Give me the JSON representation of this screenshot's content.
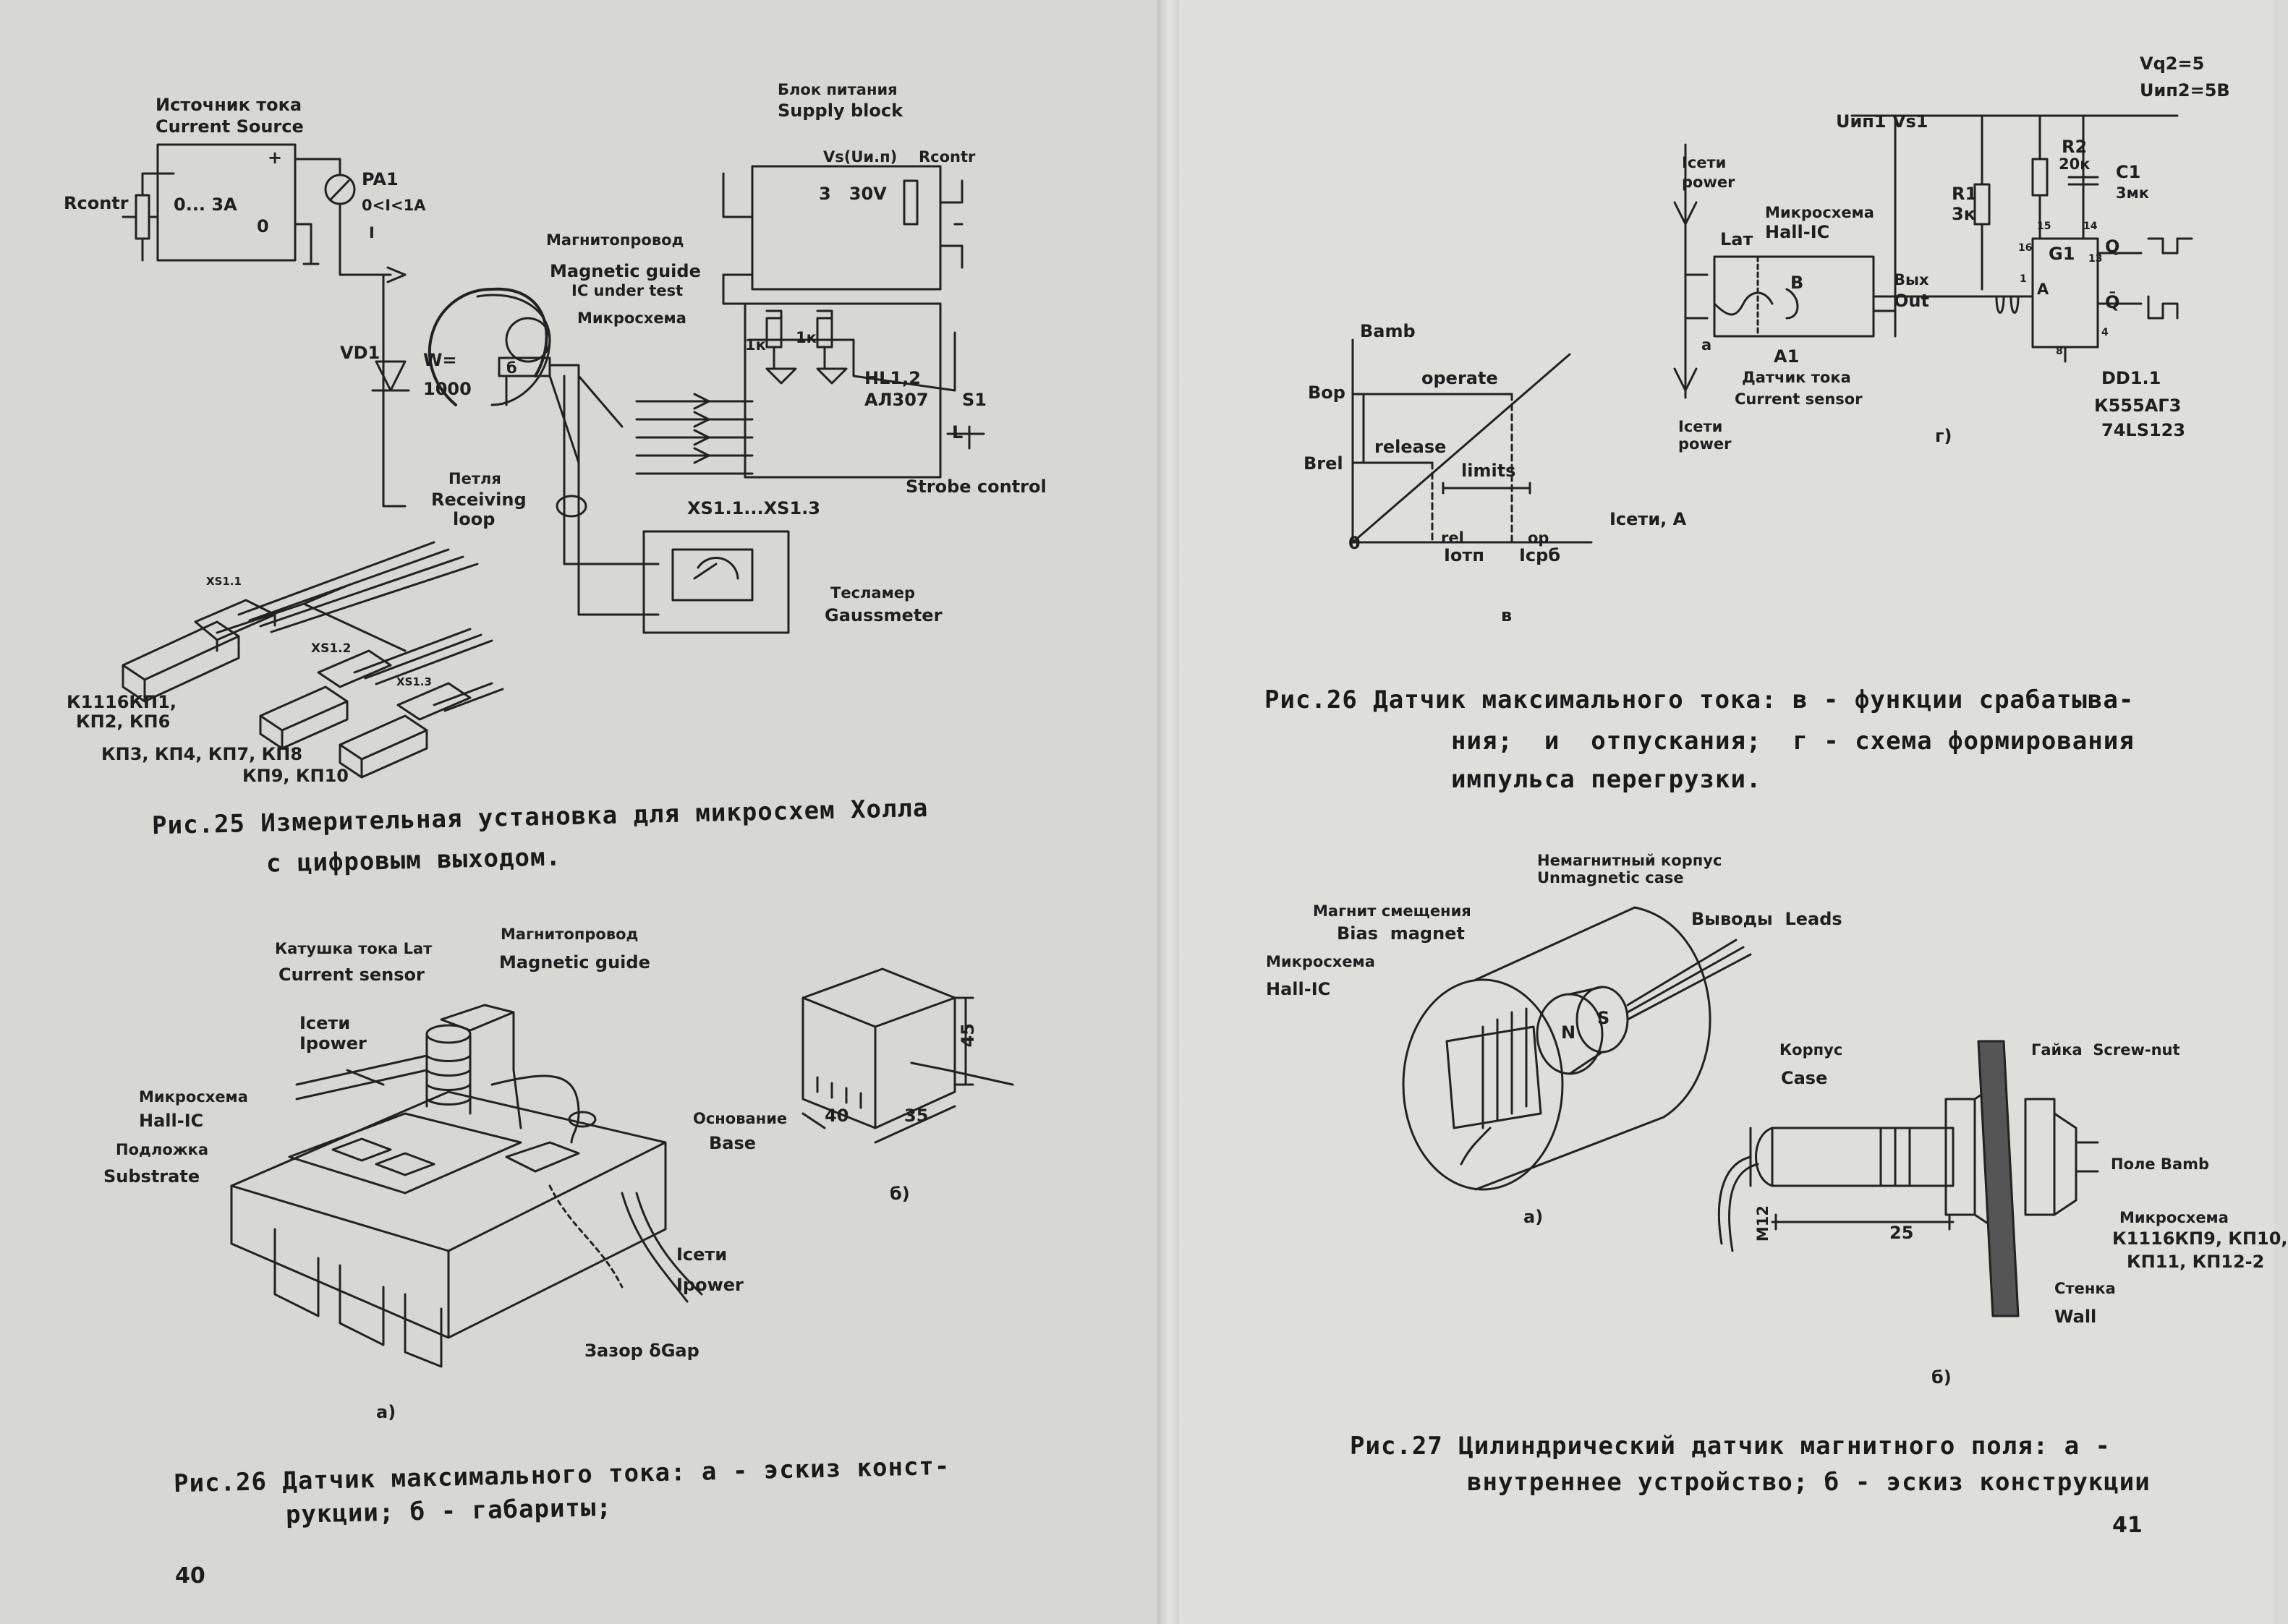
{
  "left_page": {
    "page_number": "40",
    "fig25": {
      "current_source_ru": "Источник тока",
      "current_source_en": "Current Source",
      "rcontr_left": "Rcontr",
      "source_range": "0... 3A",
      "plus": "+",
      "zero": "0",
      "pa1": "PA1",
      "pa1_range": "0<I<1A",
      "i_label": "I",
      "power_ru": "Блок питания",
      "power_en": "Supply block",
      "vs_label": "Vs(Uи.п)",
      "rcontr_right": "Rcontr",
      "voltage_range": "3   30V",
      "magnet_ru": "Магнитопровод",
      "magnet_en": "Magnetic guide",
      "ic_under_test": "IC under test",
      "ic_ru": "Микросхема",
      "vd1": "VD1",
      "w_label": "W=",
      "w_value": "1000",
      "pin_b": "б",
      "r1k_a": "1к",
      "r1k_b": "1к",
      "hl": "HL1,2",
      "al307": "АЛ307",
      "s1": "S1",
      "l_label": "L",
      "strobe": "Strobe control",
      "loop_ru": "Петля",
      "loop_en1": "Receiving",
      "loop_en2": "loop",
      "connectors": "XS1.1...XS1.3",
      "gauss_ru": "Тесламер",
      "gauss_en": "Gaussmeter",
      "xs11": "XS1.1",
      "xs12": "XS1.2",
      "xs13": "XS1.3",
      "pkg1": "К1116КП1,",
      "pkg2": "КП2, КП6",
      "pkg3": "КП3, КП4, КП7, КП8",
      "pkg4": "КП9, КП10",
      "caption_line1": "Рис.25  Измерительная установка для микросхем Холла",
      "caption_line2": "с цифровым выходом."
    },
    "fig26a": {
      "coil_ru": "Катушка тока Lат",
      "coil_en": "Current sensor",
      "magnet_ru": "Магнитопровод",
      "magnet_en": "Magnetic guide",
      "ipower_ru": "Iсети",
      "ipower_en": "Ipower",
      "ic_ru": "Микросхема",
      "ic_en": "Hall-IC",
      "substrate_ru": "Подложка",
      "substrate_en": "Substrate",
      "base_ru": "Основание",
      "base_en": "Base",
      "ipower2_ru": "Iсети",
      "ipower2_en": "Ipower",
      "gap": "Зазор δGap",
      "label_a": "а)",
      "dim_45": "45",
      "dim_40": "40",
      "dim_35": "35",
      "label_b": "б)",
      "caption_line1": "Рис.26  Датчик максимального тока: а - эскиз  конст-",
      "caption_line2": "рукции; б - габариты;"
    }
  },
  "right_page": {
    "page_number": "41",
    "fig26v": {
      "bamb": "Bamb",
      "bop": "Bop",
      "brel": "Brel",
      "operate": "operate",
      "release": "release",
      "limits": "limits",
      "zero": "0",
      "rel": "rel",
      "i_otp": "Iотп",
      "op": "op",
      "i_srb": "Iсрб",
      "x_axis": "Iсети, А",
      "label": "в"
    },
    "fig26g": {
      "vq": "Vq2=5",
      "uip2": "Uип2=5В",
      "uip1": "Uип1 Vs1",
      "ipower_top_ru": "Iсети",
      "ipower_top_en": "power",
      "ic_ru": "Микросхема",
      "ic_en": "Hall-IC",
      "lat": "Lат",
      "b": "B",
      "out_ru": "Вых",
      "out_en": "Out",
      "a": "a",
      "a1": "A1",
      "sensor_ru": "Датчик тока",
      "sensor_en": "Current sensor",
      "ipower_bot_ru": "Iсети",
      "ipower_bot_en": "power",
      "r1": "R1",
      "r1_val": "3к",
      "r2": "R2",
      "r2_val": "20к",
      "c1": "C1",
      "c1_val": "3мк",
      "g1": "G1",
      "pin_a": "A",
      "q": "Q",
      "qbar": "Q̄",
      "p13": "13",
      "p14": "14",
      "p15": "15",
      "p16": "16",
      "p1": "1",
      "p8": "8",
      "p4": "4",
      "dd": "DD1.1",
      "k555": "К555АГ3",
      "ls": "74LS123",
      "label": "г)"
    },
    "caption26": {
      "line1": "Рис.26 Датчик максимального тока: в - функции срабатыва-",
      "line2": "ния;  и  отпускания;  г - схема формирования",
      "line3": "импульса перегрузки."
    },
    "fig27a": {
      "case_ru": "Немагнитный корпус",
      "case_en": "Unmagnetic case",
      "bias_ru": "Магнит смещения",
      "bias_en": "Bias  magnet",
      "leads": "Выводы  Leads",
      "ic_ru": "Микросхема",
      "ic_en": "Hall-IC",
      "n": "N",
      "s": "S",
      "label": "а)"
    },
    "fig27b": {
      "case_ru": "Корпус",
      "case_en": "Case",
      "nut": "Гайка  Screw-nut",
      "field": "Поле Bamb",
      "ic_ru": "Микросхема",
      "ic_line2": "К1116КП9, КП10,",
      "ic_line3": "КП11, КП12-2",
      "m12": "M12",
      "dim25": "25",
      "wall_ru": "Стенка",
      "wall_en": "Wall",
      "label": "б)"
    },
    "caption27": {
      "line1": "Рис.27 Цилиндрический датчик магнитного поля:  а  -",
      "line2": "внутреннее устройство; б - эскиз конструкции"
    }
  }
}
